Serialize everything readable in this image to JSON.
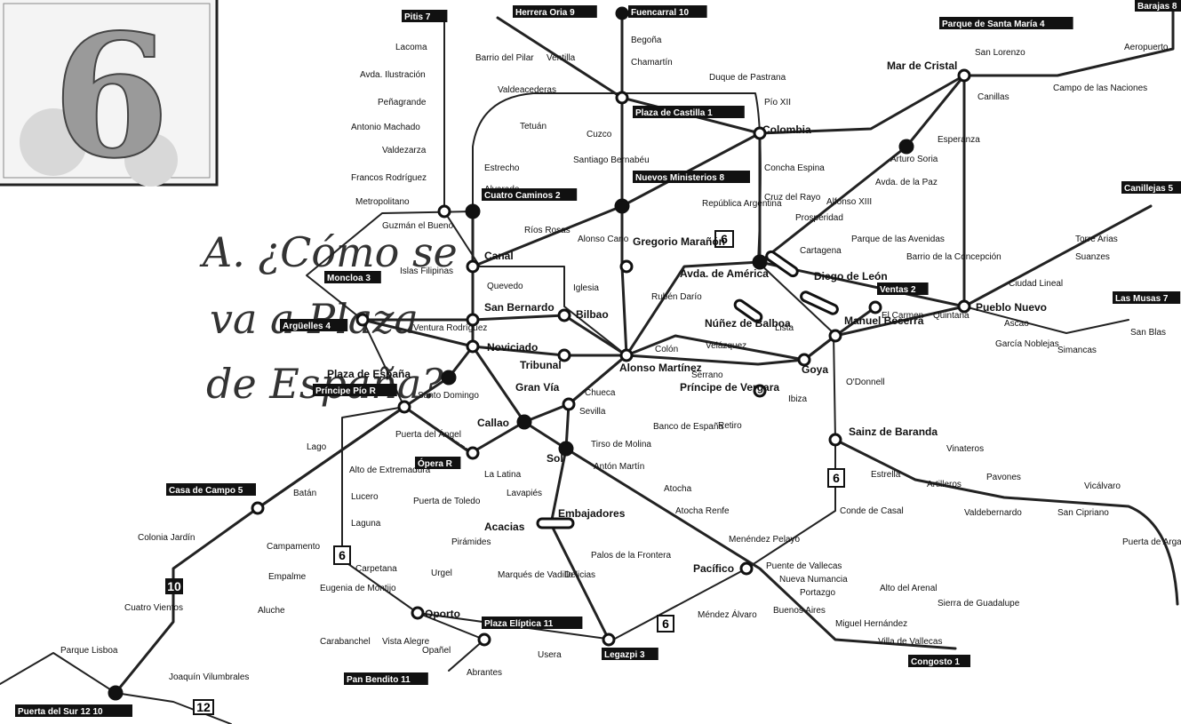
{
  "question": {
    "lines": [
      "A. ¿Cómo se",
      "va a Plaza",
      "de España?"
    ]
  },
  "corner_badge": {
    "number": "6"
  },
  "stations": [
    {
      "id": "pitis",
      "label": "Pitis",
      "line_tag": "7"
    },
    {
      "id": "lacoma",
      "label": "Lacoma"
    },
    {
      "id": "ilustracion",
      "label": "Avda. Ilustración"
    },
    {
      "id": "penagrande",
      "label": "Peñagrande"
    },
    {
      "id": "antonio_machado",
      "label": "Antonio Machado"
    },
    {
      "id": "valdezarza",
      "label": "Valdezarza"
    },
    {
      "id": "francos_rodriguez",
      "label": "Francos Rodríguez"
    },
    {
      "id": "metropolitano",
      "label": "Metropolitano"
    },
    {
      "id": "guzman",
      "label": "Guzmán el Bueno"
    },
    {
      "id": "islas",
      "label": "Islas Filipinas"
    },
    {
      "id": "moncloa",
      "label": "Moncloa",
      "line_tag": "3"
    },
    {
      "id": "arguelles",
      "label": "Argüelles",
      "line_tag": "4"
    },
    {
      "id": "ventura",
      "label": "Ventura Rodríguez"
    },
    {
      "id": "plaza_espana",
      "label": "Plaza de España"
    },
    {
      "id": "principe_pio",
      "label": "Príncipe Pío",
      "line_tag": "R"
    },
    {
      "id": "santo_domingo",
      "label": "Santo Domingo"
    },
    {
      "id": "puerta_angel",
      "label": "Puerta del Ángel"
    },
    {
      "id": "lago",
      "label": "Lago"
    },
    {
      "id": "casa_campo",
      "label": "Casa de Campo",
      "line_tag": "5"
    },
    {
      "id": "alto_extremadura",
      "label": "Alto de Extremadura"
    },
    {
      "id": "lucero",
      "label": "Lucero"
    },
    {
      "id": "laguna",
      "label": "Laguna"
    },
    {
      "id": "batan",
      "label": "Batán"
    },
    {
      "id": "colonia",
      "label": "Colonia Jardín"
    },
    {
      "id": "campamento",
      "label": "Campamento"
    },
    {
      "id": "empalme",
      "label": "Empalme"
    },
    {
      "id": "aluche",
      "label": "Aluche"
    },
    {
      "id": "cuatro_vientos",
      "label": "Cuatro Vientos"
    },
    {
      "id": "parque_lisboa",
      "label": "Parque Lisboa"
    },
    {
      "id": "joaquin",
      "label": "Joaquín Vilumbrales"
    },
    {
      "id": "puerta_sur",
      "label": "Puerta del Sur",
      "line_tag": "12 10"
    },
    {
      "id": "carpetana",
      "label": "Carpetana"
    },
    {
      "id": "eugenia",
      "label": "Eugenia de Montijo"
    },
    {
      "id": "carabanchel",
      "label": "Carabanchel"
    },
    {
      "id": "vista_alegre",
      "label": "Vista Alegre"
    },
    {
      "id": "oporto",
      "label": "Oporto"
    },
    {
      "id": "opanel",
      "label": "Opañel"
    },
    {
      "id": "urgel",
      "label": "Urgel"
    },
    {
      "id": "marques",
      "label": "Marqués de Vadillo"
    },
    {
      "id": "piramides",
      "label": "Pirámides"
    },
    {
      "id": "acacias",
      "label": "Acacias"
    },
    {
      "id": "embajadores",
      "label": "Embajadores"
    },
    {
      "id": "puerta_toledo",
      "label": "Puerta de Toledo"
    },
    {
      "id": "la_latina",
      "label": "La Latina"
    },
    {
      "id": "lavapies",
      "label": "Lavapiés"
    },
    {
      "id": "opera",
      "label": "Ópera",
      "line_tag": "R"
    },
    {
      "id": "callao",
      "label": "Callao"
    },
    {
      "id": "sol",
      "label": "Sol"
    },
    {
      "id": "gran_via",
      "label": "Gran Vía"
    },
    {
      "id": "tribunal",
      "label": "Tribunal"
    },
    {
      "id": "noviciado",
      "label": "Noviciado"
    },
    {
      "id": "san_bernardo",
      "label": "San Bernardo"
    },
    {
      "id": "quevedo",
      "label": "Quevedo"
    },
    {
      "id": "canal",
      "label": "Canal"
    },
    {
      "id": "bilbao",
      "label": "Bilbao"
    },
    {
      "id": "iglesia",
      "label": "Iglesia"
    },
    {
      "id": "chueca",
      "label": "Chueca"
    },
    {
      "id": "sevilla",
      "label": "Sevilla"
    },
    {
      "id": "tirso",
      "label": "Tirso de Molina"
    },
    {
      "id": "anton_martin",
      "label": "Antón Martín"
    },
    {
      "id": "atocha",
      "label": "Atocha"
    },
    {
      "id": "atocha_renfe",
      "label": "Atocha Renfe"
    },
    {
      "id": "menendez_pelayo",
      "label": "Menéndez Pelayo"
    },
    {
      "id": "palos",
      "label": "Palos de la Frontera"
    },
    {
      "id": "delicias",
      "label": "Delicias"
    },
    {
      "id": "legazpi",
      "label": "Legazpi",
      "line_tag": "3"
    },
    {
      "id": "plaza_eliptica",
      "label": "Plaza Elíptica",
      "line_tag": "11"
    },
    {
      "id": "usera",
      "label": "Usera"
    },
    {
      "id": "abrantes",
      "label": "Abrantes"
    },
    {
      "id": "pan_bendito",
      "label": "Pan Bendito",
      "line_tag": "11"
    },
    {
      "id": "mendez_alvaro",
      "label": "Méndez Álvaro"
    },
    {
      "id": "pacifico",
      "label": "Pacífico"
    },
    {
      "id": "banco",
      "label": "Banco de España"
    },
    {
      "id": "retiro",
      "label": "Retiro"
    },
    {
      "id": "principe_vergara",
      "label": "Príncipe de Vergara"
    },
    {
      "id": "ibiza",
      "label": "Ibiza"
    },
    {
      "id": "goya",
      "label": "Goya"
    },
    {
      "id": "velazquez",
      "label": "Velázquez"
    },
    {
      "id": "serrano",
      "label": "Serrano"
    },
    {
      "id": "colon",
      "label": "Colón"
    },
    {
      "id": "alonso_martinez",
      "label": "Alonso Martínez"
    },
    {
      "id": "ruben_dario",
      "label": "Rubén Darío"
    },
    {
      "id": "nunez",
      "label": "Núñez de Balboa"
    },
    {
      "id": "lista",
      "label": "Lista"
    },
    {
      "id": "diego_leon",
      "label": "Diego de León"
    },
    {
      "id": "avda_america",
      "label": "Avda. de América"
    },
    {
      "id": "gregorio",
      "label": "Gregorio Marañón"
    },
    {
      "id": "alonso_cano",
      "label": "Alonso Cano"
    },
    {
      "id": "rios_rosas",
      "label": "Ríos Rosas"
    },
    {
      "id": "cuatro_caminos",
      "label": "Cuatro Caminos",
      "line_tag": "2"
    },
    {
      "id": "estrecho",
      "label": "Estrecho"
    },
    {
      "id": "alvarado",
      "label": "Alvarado"
    },
    {
      "id": "tetuan",
      "label": "Tetuán"
    },
    {
      "id": "valdeacederas",
      "label": "Valdeacederas"
    },
    {
      "id": "barrio_pilar",
      "label": "Barrio del Pilar"
    },
    {
      "id": "ventilla",
      "label": "Ventilla"
    },
    {
      "id": "herrera_oria",
      "label": "Herrera Oria",
      "line_tag": "9"
    },
    {
      "id": "fuencarral",
      "label": "Fuencarral",
      "line_tag": "10"
    },
    {
      "id": "begona",
      "label": "Begoña"
    },
    {
      "id": "chamartin",
      "label": "Chamartín"
    },
    {
      "id": "plaza_castilla",
      "label": "Plaza de Castilla",
      "line_tag": "1"
    },
    {
      "id": "cuzco",
      "label": "Cuzco"
    },
    {
      "id": "santiago",
      "label": "Santiago Bernabéu"
    },
    {
      "id": "nuevos_ministerios",
      "label": "Nuevos Ministerios",
      "line_tag": "8"
    },
    {
      "id": "republica",
      "label": "República Argentina"
    },
    {
      "id": "duque",
      "label": "Duque de Pastrana"
    },
    {
      "id": "pio_xii",
      "label": "Pío XII"
    },
    {
      "id": "colombia",
      "label": "Colombia"
    },
    {
      "id": "concha",
      "label": "Concha Espina"
    },
    {
      "id": "cruz_rayo",
      "label": "Cruz del Rayo"
    },
    {
      "id": "prosperidad",
      "label": "Prosperidad"
    },
    {
      "id": "alfonso",
      "label": "Alfonso XIII"
    },
    {
      "id": "avda_paz",
      "label": "Avda. de la Paz"
    },
    {
      "id": "arturo",
      "label": "Arturo Soria"
    },
    {
      "id": "esperanza",
      "label": "Esperanza"
    },
    {
      "id": "canillas",
      "label": "Canillas"
    },
    {
      "id": "mar_cristal",
      "label": "Mar de Cristal"
    },
    {
      "id": "parque_santa_maria",
      "label": "Parque de Santa María",
      "line_tag": "4"
    },
    {
      "id": "san_lorenzo",
      "label": "San Lorenzo"
    },
    {
      "id": "campo_naciones",
      "label": "Campo de las Naciones"
    },
    {
      "id": "aeropuerto",
      "label": "Aeropuerto"
    },
    {
      "id": "barajas",
      "label": "Barajas",
      "line_tag": "8"
    },
    {
      "id": "cartagena",
      "label": "Cartagena"
    },
    {
      "id": "parque_avenidas",
      "label": "Parque de las Avenidas"
    },
    {
      "id": "barrio_concepcion",
      "label": "Barrio de la Concepción"
    },
    {
      "id": "canillejas",
      "label": "Canillejas",
      "line_tag": "5"
    },
    {
      "id": "torre_arias",
      "label": "Torre Arias"
    },
    {
      "id": "suanzes",
      "label": "Suanzes"
    },
    {
      "id": "ciudad_lineal",
      "label": "Ciudad Lineal"
    },
    {
      "id": "pueblo_nuevo",
      "label": "Pueblo Nuevo"
    },
    {
      "id": "quintana",
      "label": "Quintana"
    },
    {
      "id": "el_carmen",
      "label": "El Carmen"
    },
    {
      "id": "ventas",
      "label": "Ventas",
      "line_tag": "2"
    },
    {
      "id": "manuel_becerra",
      "label": "Manuel Becerra"
    },
    {
      "id": "odonnell",
      "label": "O'Donnell"
    },
    {
      "id": "ascao",
      "label": "Ascao"
    },
    {
      "id": "garcia_noblejas",
      "label": "García Noblejas"
    },
    {
      "id": "simancas",
      "label": "Simancas"
    },
    {
      "id": "san_blas",
      "label": "San Blas"
    },
    {
      "id": "las_musas",
      "label": "Las Musas",
      "line_tag": "7"
    },
    {
      "id": "sainz",
      "label": "Sainz de Baranda"
    },
    {
      "id": "estrella",
      "label": "Estrella"
    },
    {
      "id": "vinateros",
      "label": "Vinateros"
    },
    {
      "id": "artilleros",
      "label": "Artilleros"
    },
    {
      "id": "pavones",
      "label": "Pavones"
    },
    {
      "id": "vicalvaro",
      "label": "Vicálvaro"
    },
    {
      "id": "valdebernardo",
      "label": "Valdebernardo"
    },
    {
      "id": "san_cipriano",
      "label": "San Cipriano"
    },
    {
      "id": "puerta_arganda",
      "label": "Puerta de Arganda"
    },
    {
      "id": "conde_casal",
      "label": "Conde de Casal"
    },
    {
      "id": "puente_vallecas",
      "label": "Puente de Vallecas"
    },
    {
      "id": "nueva_numancia",
      "label": "Nueva Numancia"
    },
    {
      "id": "portazgo",
      "label": "Portazgo"
    },
    {
      "id": "buenos_aires",
      "label": "Buenos Aires"
    },
    {
      "id": "alto_arenal",
      "label": "Alto del Arenal"
    },
    {
      "id": "miguel_hernandez",
      "label": "Miguel Hernández"
    },
    {
      "id": "sierra_guadalupe",
      "label": "Sierra de Guadalupe"
    },
    {
      "id": "villa_vallecas",
      "label": "Villa de Vallecas"
    },
    {
      "id": "congosto",
      "label": "Congosto",
      "line_tag": "1"
    }
  ],
  "line_markers": [
    "6",
    "6",
    "6",
    "10",
    "12",
    "6"
  ]
}
